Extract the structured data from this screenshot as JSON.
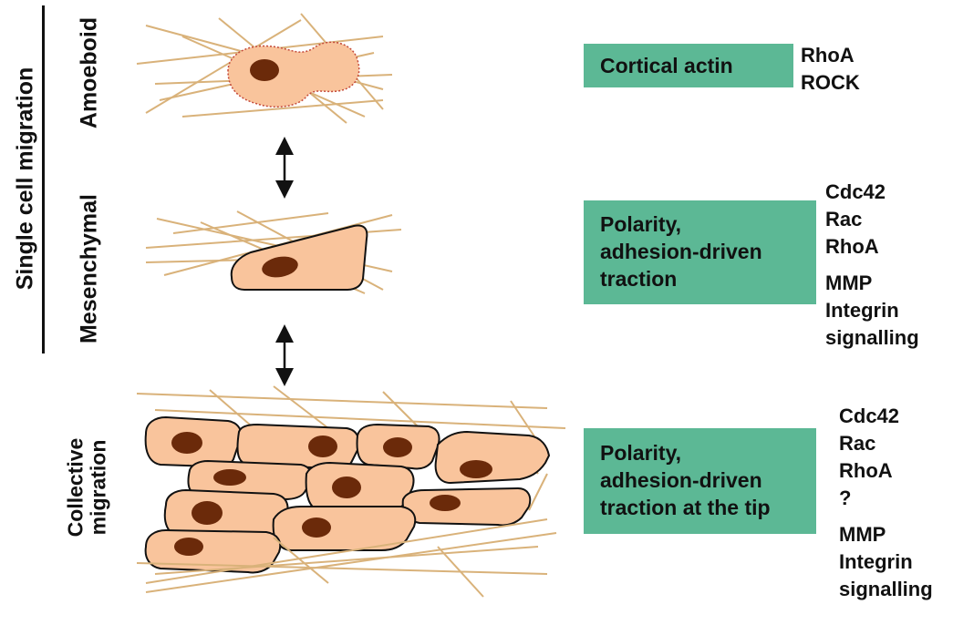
{
  "left_labels": {
    "group": "Single cell migration",
    "amoeboid": "Amoeboid",
    "mesenchymal": "Mesenchymal",
    "collective_line1": "Collective",
    "collective_line2": "migration"
  },
  "rows": [
    {
      "box": [
        "Cortical actin"
      ],
      "molecules_a": [
        "RhoA",
        "ROCK"
      ],
      "molecules_b": []
    },
    {
      "box": [
        "Polarity,",
        "adhesion-driven",
        "traction"
      ],
      "molecules_a": [
        "Cdc42",
        "Rac",
        "RhoA"
      ],
      "molecules_b": [
        "MMP",
        "Integrin",
        "signalling"
      ]
    },
    {
      "box": [
        "Polarity,",
        "adhesion-driven",
        "traction at the tip"
      ],
      "molecules_a": [
        "Cdc42",
        "Rac",
        "RhoA",
        "?"
      ],
      "molecules_b": [
        "MMP",
        "Integrin",
        "signalling"
      ]
    }
  ],
  "colors": {
    "box": "#5cb895",
    "cell_fill": "#f9c49c",
    "nucleus": "#6b2a0a",
    "fiber": "#d9b27a",
    "outline": "#111111",
    "amoeboid_outline": "#c44a3a"
  }
}
